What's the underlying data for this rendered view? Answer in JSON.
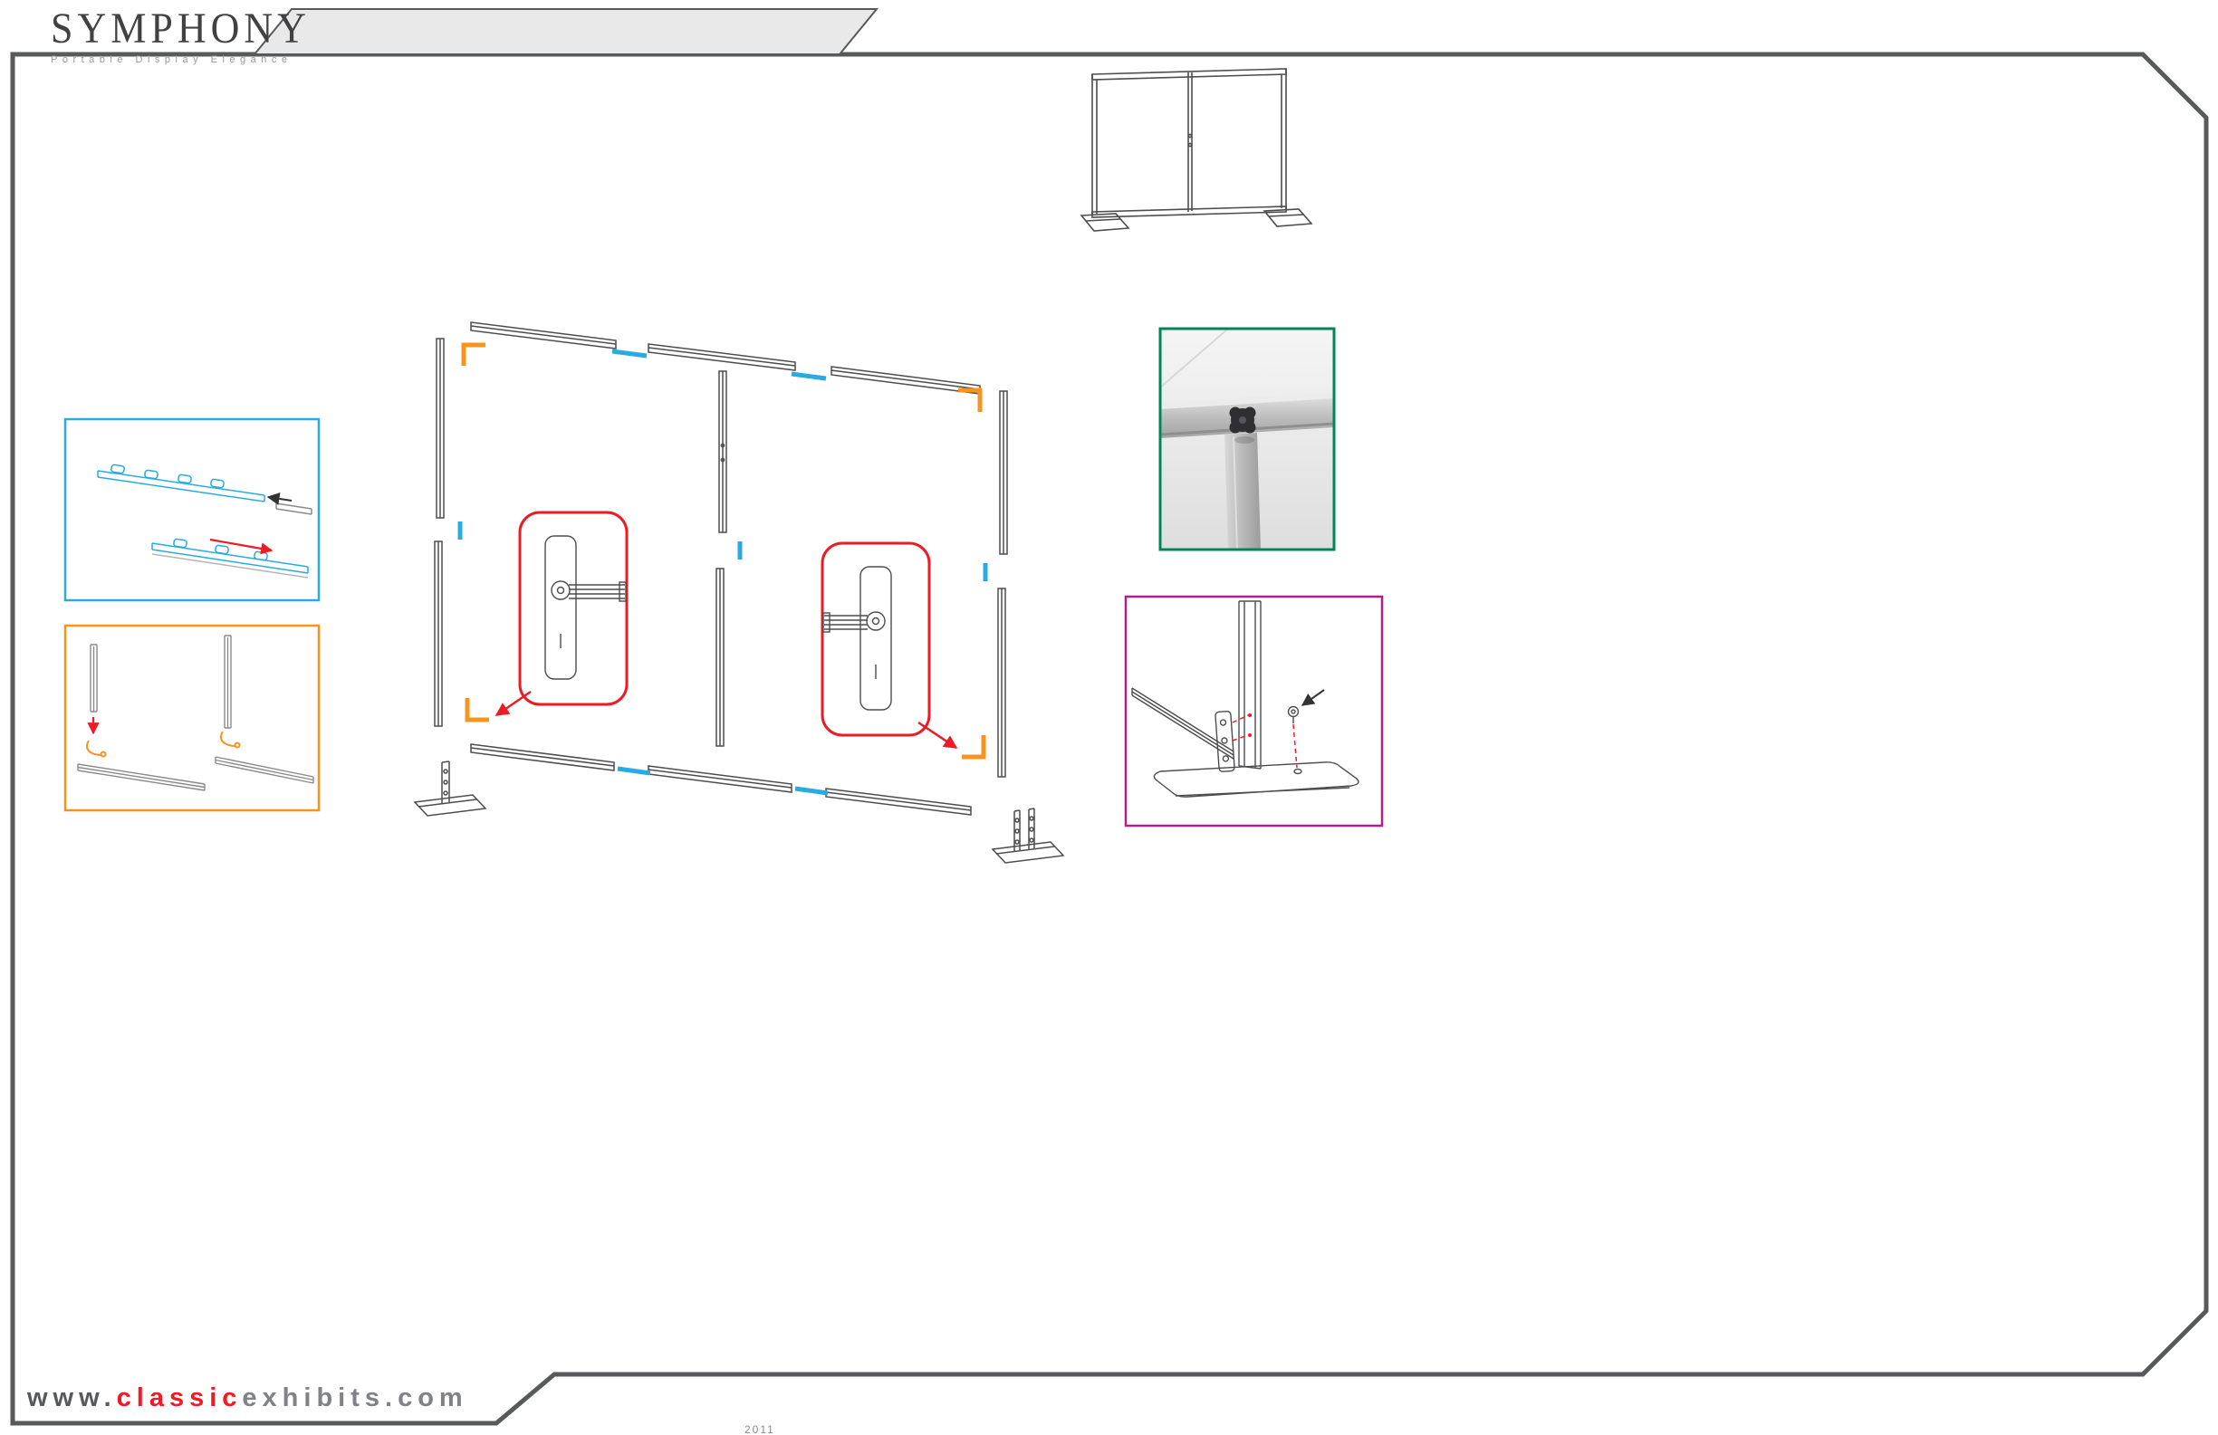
{
  "logo": {
    "title": "SYMPHONY",
    "tagline": "Portable Display Elegance"
  },
  "footer": {
    "website": {
      "www": "www.",
      "classic": "classic",
      "exhibits": "exhibits.com"
    },
    "note": "2011"
  },
  "colors": {
    "page_border": "#58595b",
    "banner_fill": "#e9e9ea",
    "line_art": "#4d4d4f",
    "splice_highlight_blue": "#29abe2",
    "corner_highlight_orange": "#f7941d",
    "callout_red": "#ed1c24",
    "detail_box_blue": "#29abe2",
    "detail_box_orange": "#f7941d",
    "detail_box_green": "#00855a",
    "detail_box_magenta": "#b01e8e",
    "website_red": "#ed1c24",
    "website_gray": "#808285"
  }
}
